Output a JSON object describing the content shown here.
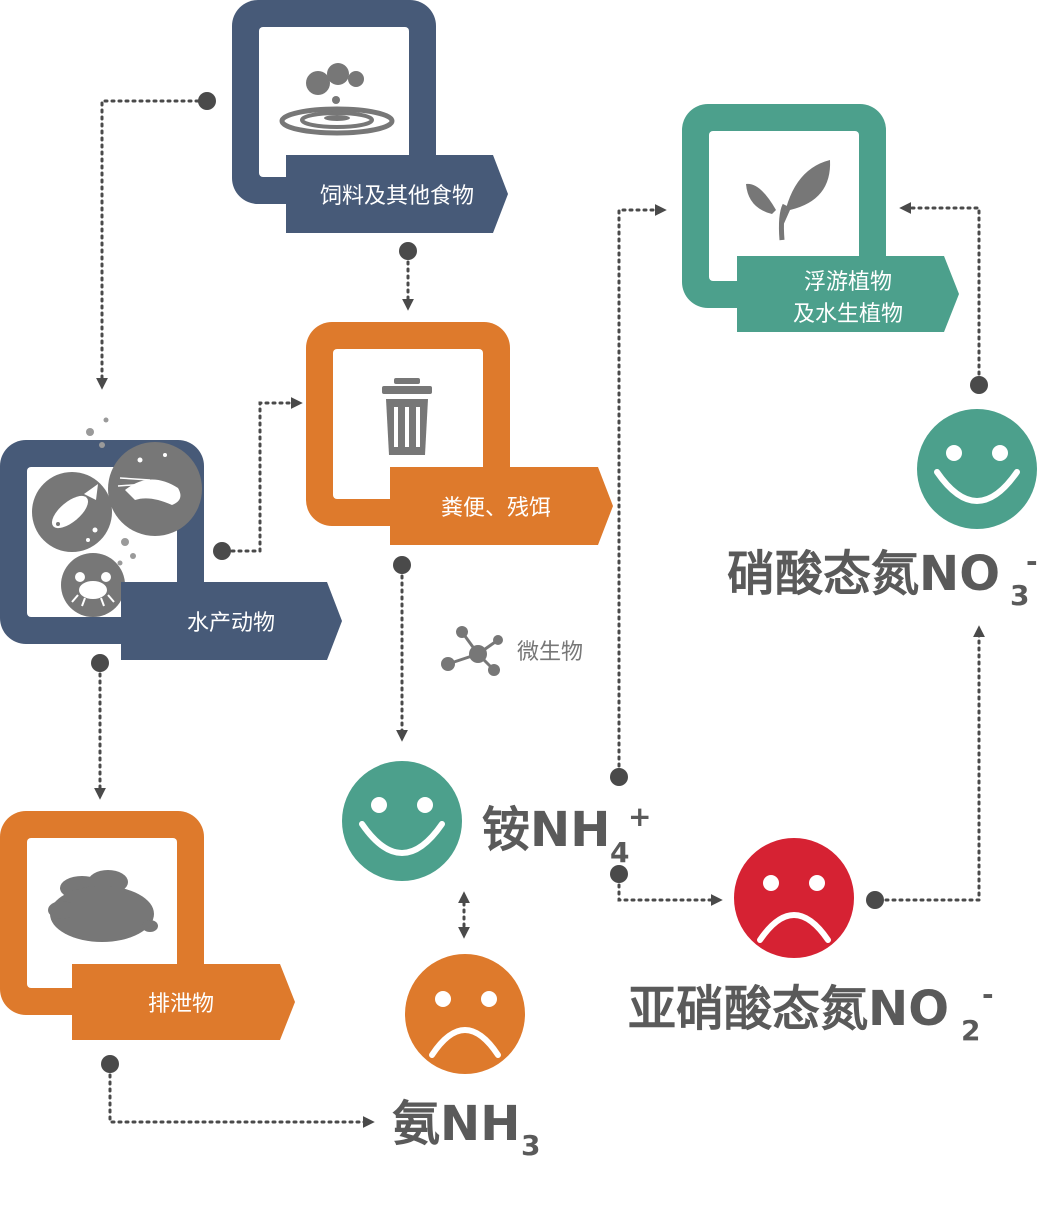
{
  "colors": {
    "navy": "#475a78",
    "orange": "#de7a2c",
    "teal": "#4ca08c",
    "red": "#d62233",
    "text_gray": "#5a5a5a",
    "icon_gray": "#777777"
  },
  "nodes": {
    "feed": {
      "label": "饲料及其他食物",
      "icon": "droplet-ripple-icon"
    },
    "feces": {
      "label": "粪便、残饵",
      "icon": "trash-bin-icon"
    },
    "aquatic": {
      "label": "水产动物",
      "icon": "fish-shrimp-crab-icon"
    },
    "excreta": {
      "label": "排泄物",
      "icon": "waste-blob-icon"
    },
    "plants": {
      "label_line1": "浮游植物",
      "label_line2": "及水生植物",
      "icon": "leaf-icon"
    }
  },
  "microbe": {
    "label": "微生物",
    "icon": "molecule-icon"
  },
  "chemicals": {
    "ammonium": {
      "cn": "铵",
      "formula": "NH",
      "sub": "4",
      "sup": "+",
      "face": "happy"
    },
    "ammonia": {
      "cn": "氨",
      "formula": "NH",
      "sub": "3",
      "face": "sad"
    },
    "nitrite": {
      "cn": "亚硝酸态氮",
      "formula": "NO",
      "sub": "2",
      "sup": "-",
      "face": "sad"
    },
    "nitrate": {
      "cn": "硝酸态氮",
      "formula": "NO",
      "sub": "3",
      "sup": "-",
      "face": "happy"
    }
  }
}
